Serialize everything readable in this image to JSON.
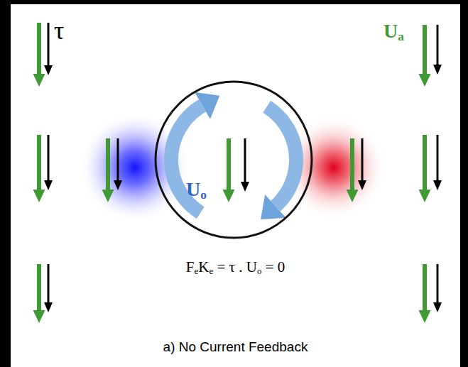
{
  "diagram": {
    "nodes": [
      {
        "text": [
          "Uo"
        ]
      }
    ],
    "labels": [
      "τ",
      "Ua",
      "FeKe = τ . Uo = 0",
      "a) No Current Feedback"
    ]
  }
}
